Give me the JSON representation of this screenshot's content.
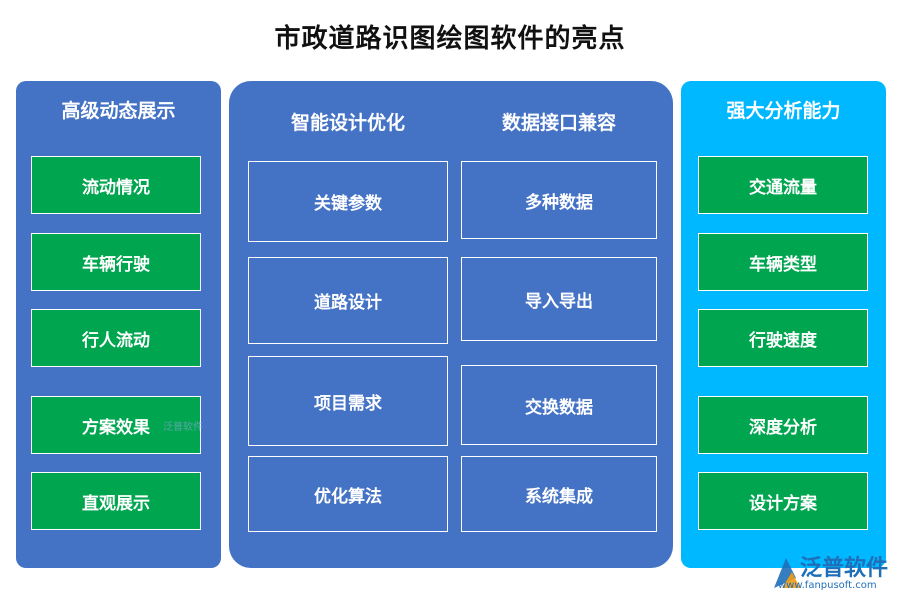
{
  "title": "市政道路识图绘图软件的亮点",
  "left": {
    "heading": "高级动态展示",
    "items": [
      "流动情况",
      "车辆行驶",
      "行人流动",
      "方案效果",
      "直观展示"
    ]
  },
  "middle": {
    "col1_heading": "智能设计优化",
    "col2_heading": "数据接口兼容",
    "col1_items": [
      "关键参数",
      "道路设计",
      "项目需求",
      "优化算法"
    ],
    "col2_items": [
      "多种数据",
      "导入导出",
      "交换数据",
      "系统集成"
    ]
  },
  "right": {
    "heading": "强大分析能力",
    "items": [
      "交通流量",
      "车辆类型",
      "行驶速度",
      "深度分析",
      "设计方案"
    ]
  },
  "watermark": "泛普软件",
  "logo": {
    "name": "泛普软件",
    "url": "www.fanpusoft.com"
  },
  "colors": {
    "blue_panel": "#4472c4",
    "cyan_panel": "#00b8ff",
    "green_box": "#00a550"
  }
}
